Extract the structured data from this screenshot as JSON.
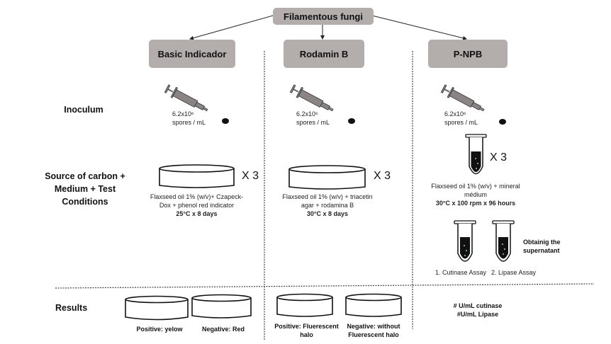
{
  "root": {
    "label": "Filamentous fungi"
  },
  "methods": [
    {
      "label": "Basic Indicador"
    },
    {
      "label": "Rodamin B"
    },
    {
      "label": "P-NPB"
    }
  ],
  "rows": {
    "inoculum": "Inoculum",
    "source_line1": "Source of carbon +",
    "source_line2": "Medium + Test",
    "source_line3": "Conditions",
    "results": "Results"
  },
  "inoculum": {
    "concentration": "6.2x10⁶",
    "unit": "spores / mL"
  },
  "conditions": {
    "basic": {
      "multiplier": "X 3",
      "line1": "Flaxseed oil 1% (w/v)+ Czapeck-",
      "line2": "Dox + phenol red indicator",
      "temp": "25°C x 8 days"
    },
    "rodamin": {
      "multiplier": "X 3",
      "line1": "Flaxseed oil 1% (w/v) +  triacetin",
      "line2": "agar + rodamina B",
      "temp": "30°C x 8 days"
    },
    "pnpb": {
      "multiplier": "X 3",
      "line1": "Flaxseed oil 1% (w/v) + mineral",
      "line2": "médium",
      "temp": "30°C x 100 rpm x 96 hours",
      "supernatant_line1": "Obtainig the",
      "supernatant_line2": "supernatant",
      "assay1": "1. Cutinase Assay",
      "assay2": "2. Lipase Assay"
    }
  },
  "results": {
    "basic_positive": "Positive: yelow",
    "basic_negative": "Negative: Red",
    "rodamin_positive_1": "Positive: Fluerescent",
    "rodamin_positive_2": "halo",
    "rodamin_negative_1": "Negative: without",
    "rodamin_negative_2": "Fluerescent halo",
    "pnpb_line1": "# U/mL cutinase",
    "pnpb_line2": "#U/mL Lipase"
  },
  "colors": {
    "box_fill": "#b3adab",
    "line": "#333333",
    "liquid": "#111111"
  }
}
